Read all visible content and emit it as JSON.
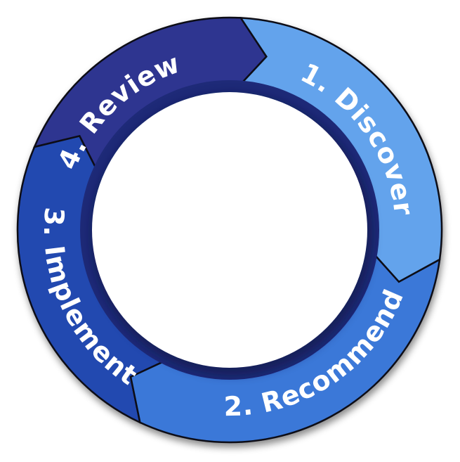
{
  "diagram": {
    "type": "cycle",
    "steps": [
      {
        "id": "discover",
        "label": "1. Discover",
        "color": "#63A3EC"
      },
      {
        "id": "recommend",
        "label": "2. Recommend",
        "color": "#3A78D8"
      },
      {
        "id": "implement",
        "label": "3. Implement",
        "color": "#2249B0"
      },
      {
        "id": "review",
        "label": "4. Review",
        "color": "#2E3690"
      }
    ],
    "label_color": "#FFFFFF",
    "inner_rim_color": "#1E2A78",
    "outline_color": "#0A0A14"
  }
}
